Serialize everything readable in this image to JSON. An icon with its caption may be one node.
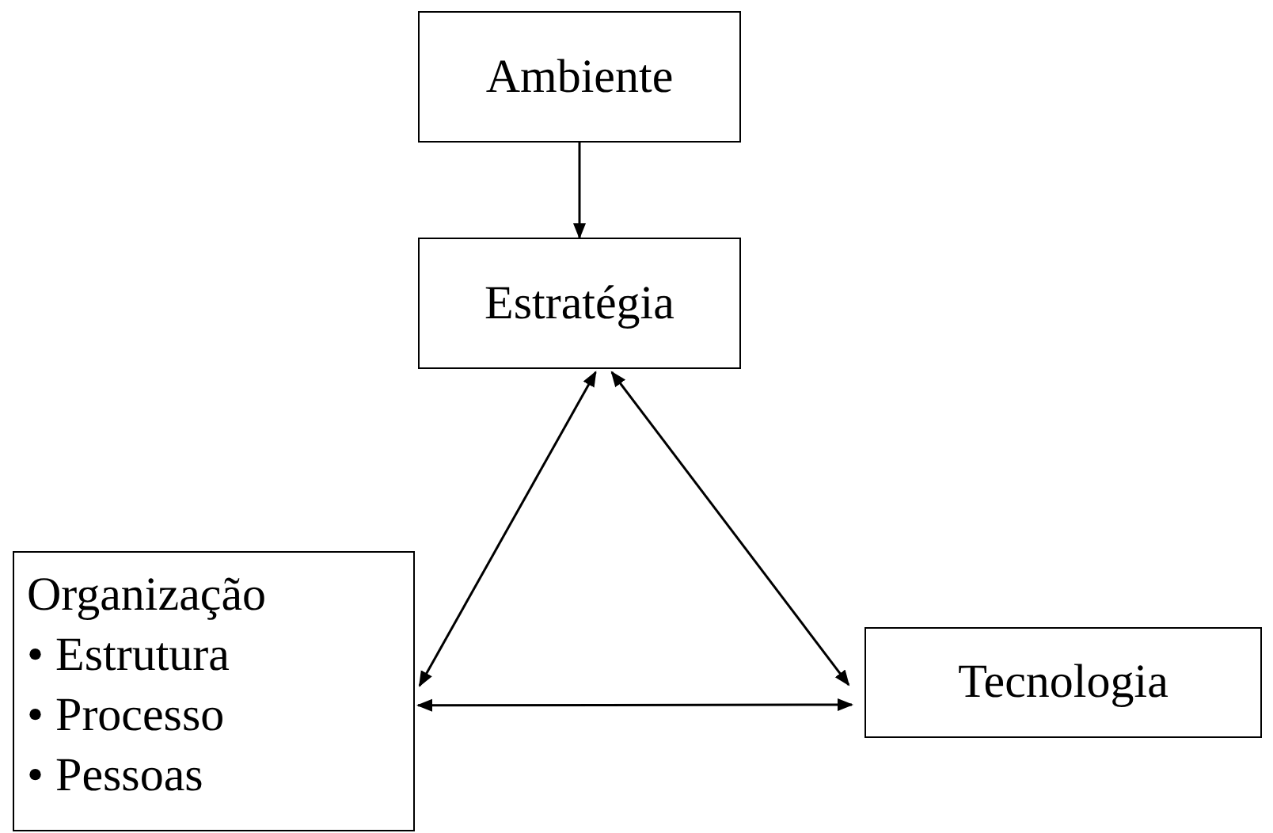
{
  "diagram": {
    "nodes": [
      {
        "text": [
          "Ambiente"
        ]
      },
      {
        "text": [
          "Estratégia"
        ]
      },
      {
        "text": [
          "Organização",
          "• Estrutura",
          "• Processo",
          "• Pessoas"
        ]
      },
      {
        "text": [
          "Tecnologia"
        ]
      }
    ],
    "edges": [
      {
        "from": 0,
        "to": 1,
        "arrow": "to"
      },
      {
        "from": 1,
        "to": 2,
        "arrow": "both"
      },
      {
        "from": 1,
        "to": 3,
        "arrow": "both"
      },
      {
        "from": 2,
        "to": 3,
        "arrow": "both"
      }
    ]
  }
}
